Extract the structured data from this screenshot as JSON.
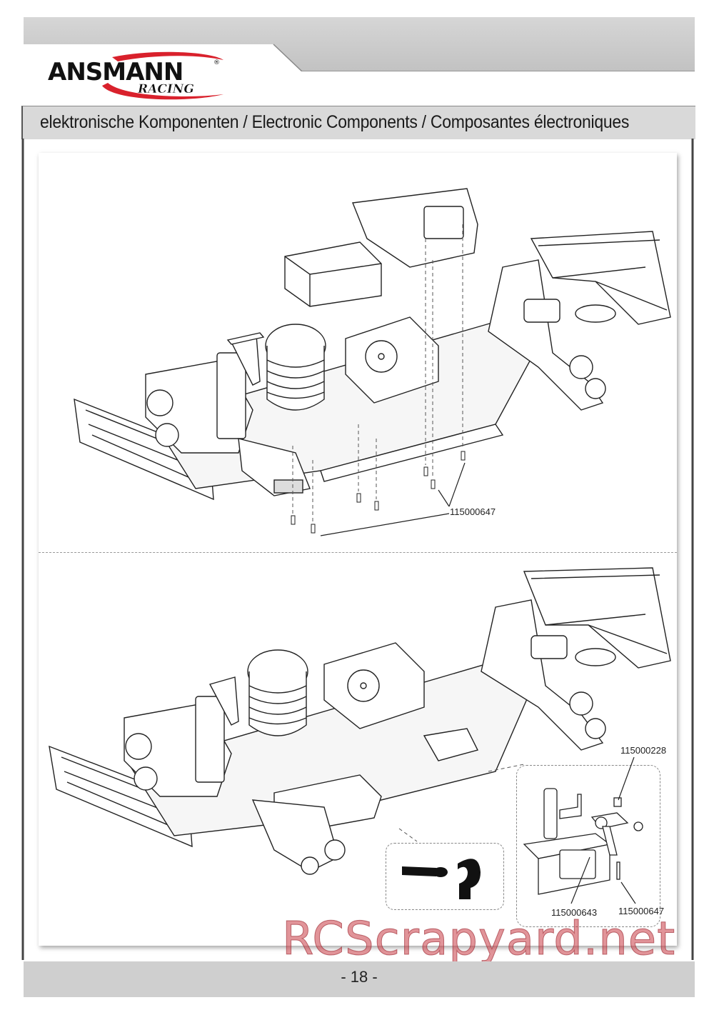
{
  "brand": {
    "name": "ANSMANN",
    "registered": "®",
    "sub": "RACING",
    "accent": "#d9212c"
  },
  "section_title": "elektronische Komponenten / Electronic Components / Composantes électroniques",
  "parts": {
    "upper_screw": "115000647",
    "lower_servo_saver": "115000228",
    "lower_servo": "115000643",
    "lower_screw": "115000647"
  },
  "page_number": "- 18 -",
  "watermark": "RCScrapyard.net"
}
